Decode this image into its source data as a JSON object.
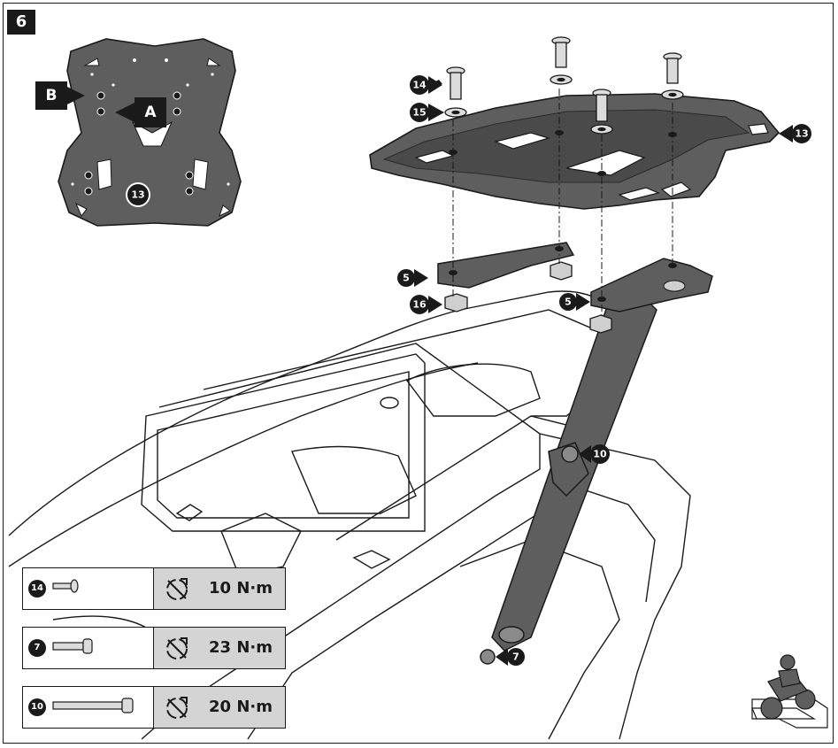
{
  "step": {
    "number": "6"
  },
  "inset": {
    "part_label": "13",
    "mount_positions": [
      "A",
      "B"
    ]
  },
  "callouts": {
    "bolt": "14",
    "washer": "15",
    "rack_plate": "13",
    "bracket_left": "5",
    "bracket_right": "5",
    "nut": "16",
    "pivot_bolt_upper": "10",
    "pivot_bolt_lower": "7"
  },
  "torque_table": [
    {
      "part": "14",
      "value": "10 N·m"
    },
    {
      "part": "7",
      "value": "23 N·m"
    },
    {
      "part": "10",
      "value": "20 N·m"
    }
  ],
  "icons": [
    "torque-wrench-icon",
    "motorcycle-rider-icon"
  ],
  "colors": {
    "ink": "#1a1a1a",
    "part_fill": "#5e5e5e",
    "table_shade": "#d4d4d4"
  }
}
